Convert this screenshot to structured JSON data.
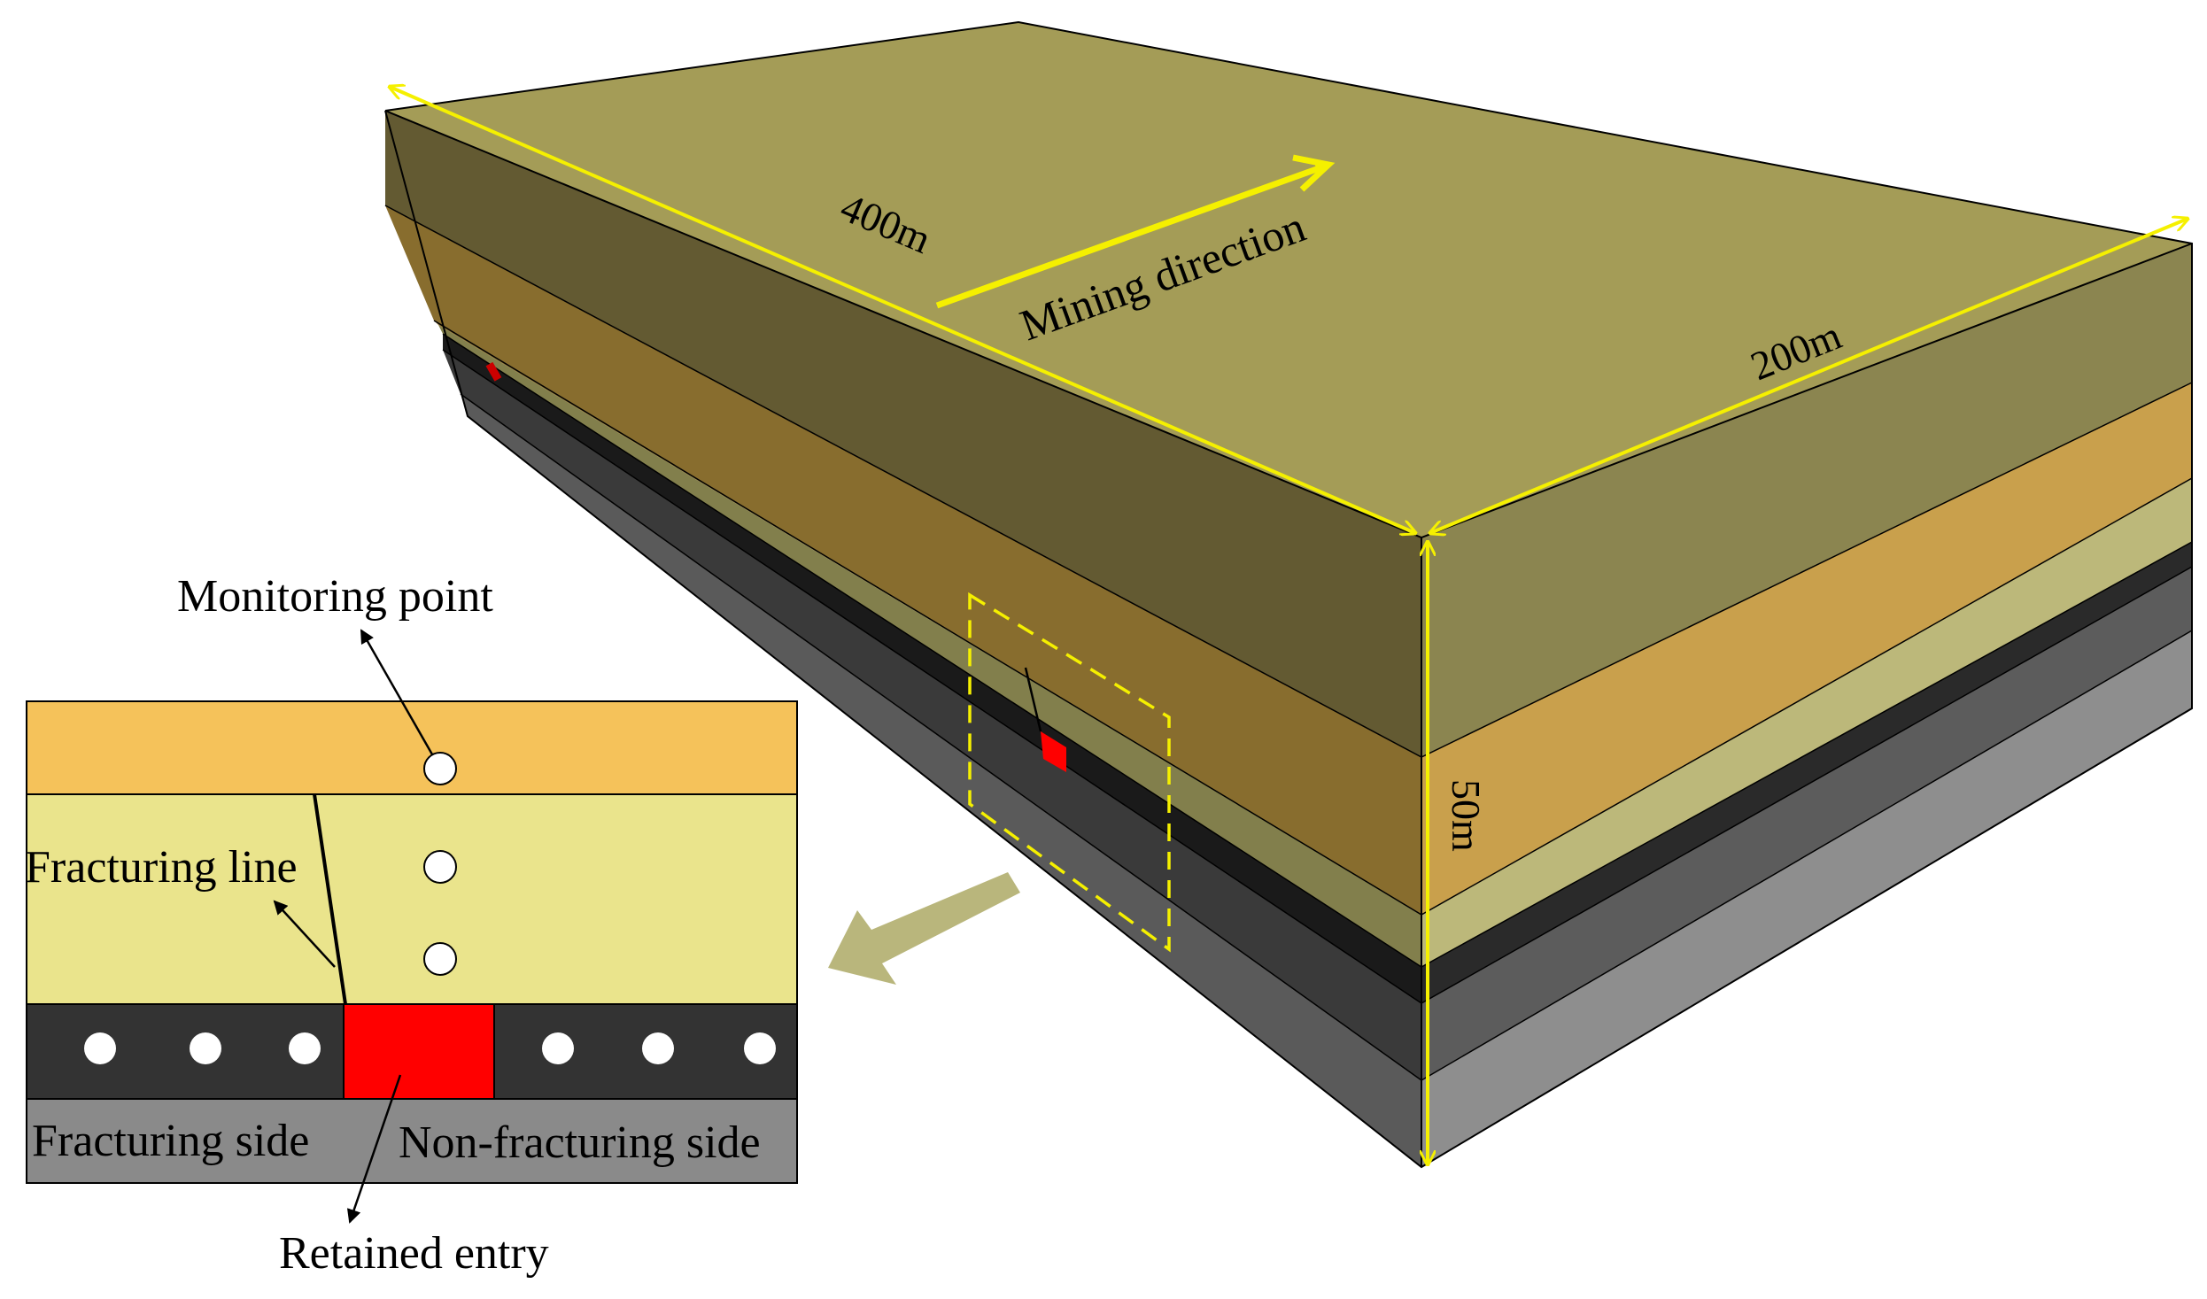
{
  "labels": {
    "length": "400m",
    "width": "200m",
    "height": "50m",
    "mining_direction": "Mining direction",
    "monitoring_point": "Monitoring point",
    "fracturing_line": "Fracturing line",
    "fracturing_side": "Fracturing side",
    "non_fracturing_side": "Non-fracturing side",
    "retained_entry": "Retained entry"
  },
  "colors": {
    "top_face": "#A49C57",
    "front_layer_1": "#635A32",
    "front_layer_2": "#886D2E",
    "front_layer_3": "#827F4C",
    "front_coal": "#1A1A1A",
    "front_floor_1": "#3A3A3A",
    "front_floor_2": "#5A5A5A",
    "side_layer_1": "#8B8550",
    "side_layer_2": "#C9A04C",
    "side_layer_3": "#BCB87A",
    "side_coal": "#2A2A2A",
    "side_floor_1": "#5C5C5C",
    "side_floor_2": "#8E8E8E",
    "dimension": "#F5F000",
    "entry": "#FF0000",
    "inset_roof": "#F5C25A",
    "inset_main_roof": "#EAE48C",
    "inset_coal": "#333333",
    "inset_floor": "#8A8A8A",
    "callout_arrow": "#B9B67C"
  }
}
